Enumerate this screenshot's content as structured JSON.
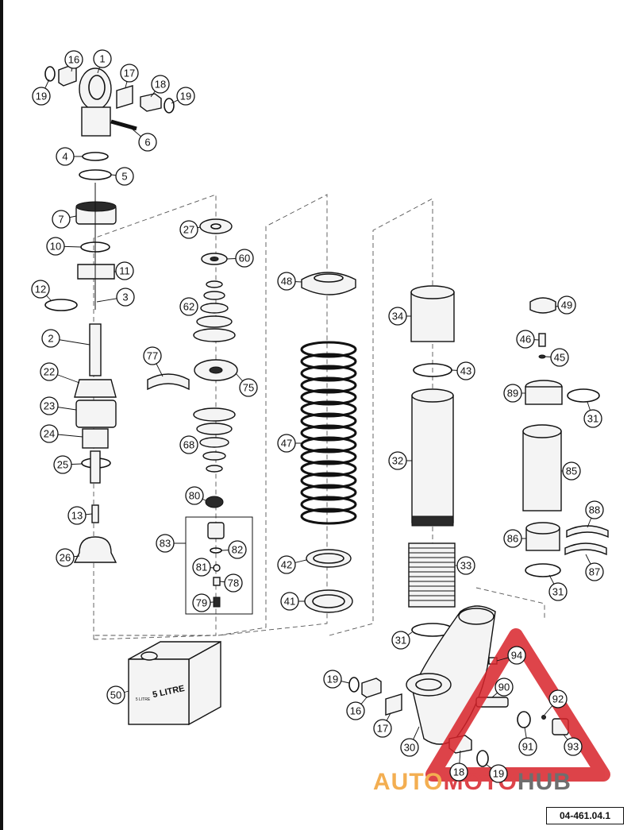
{
  "document": {
    "reference_code": "04-461.04.1"
  },
  "oil_can": {
    "label_main": "5 LITRE",
    "label_small": "5 LITRE"
  },
  "watermark": {
    "text_part1": "AUTO",
    "text_part2": "MOTO",
    "text_part3": "HUB",
    "colors": {
      "orange": "#f2a133",
      "red": "#d8232a",
      "gray": "#555555"
    }
  },
  "callouts": [
    {
      "n": "1"
    },
    {
      "n": "16"
    },
    {
      "n": "19"
    },
    {
      "n": "17"
    },
    {
      "n": "18"
    },
    {
      "n": "19"
    },
    {
      "n": "6"
    },
    {
      "n": "4"
    },
    {
      "n": "5"
    },
    {
      "n": "7"
    },
    {
      "n": "10"
    },
    {
      "n": "11"
    },
    {
      "n": "12"
    },
    {
      "n": "3"
    },
    {
      "n": "2"
    },
    {
      "n": "22"
    },
    {
      "n": "23"
    },
    {
      "n": "24"
    },
    {
      "n": "25"
    },
    {
      "n": "13"
    },
    {
      "n": "26"
    },
    {
      "n": "27"
    },
    {
      "n": "60"
    },
    {
      "n": "62"
    },
    {
      "n": "77"
    },
    {
      "n": "75"
    },
    {
      "n": "68"
    },
    {
      "n": "80"
    },
    {
      "n": "83"
    },
    {
      "n": "82"
    },
    {
      "n": "81"
    },
    {
      "n": "78"
    },
    {
      "n": "79"
    },
    {
      "n": "48"
    },
    {
      "n": "47"
    },
    {
      "n": "42"
    },
    {
      "n": "41"
    },
    {
      "n": "34"
    },
    {
      "n": "43"
    },
    {
      "n": "32"
    },
    {
      "n": "33"
    },
    {
      "n": "31"
    },
    {
      "n": "49"
    },
    {
      "n": "46"
    },
    {
      "n": "45"
    },
    {
      "n": "89"
    },
    {
      "n": "31"
    },
    {
      "n": "85"
    },
    {
      "n": "86"
    },
    {
      "n": "88"
    },
    {
      "n": "87"
    },
    {
      "n": "31"
    },
    {
      "n": "94"
    },
    {
      "n": "19"
    },
    {
      "n": "90"
    },
    {
      "n": "92"
    },
    {
      "n": "16"
    },
    {
      "n": "17"
    },
    {
      "n": "91"
    },
    {
      "n": "93"
    },
    {
      "n": "30"
    },
    {
      "n": "18"
    },
    {
      "n": "19"
    },
    {
      "n": "50"
    }
  ]
}
